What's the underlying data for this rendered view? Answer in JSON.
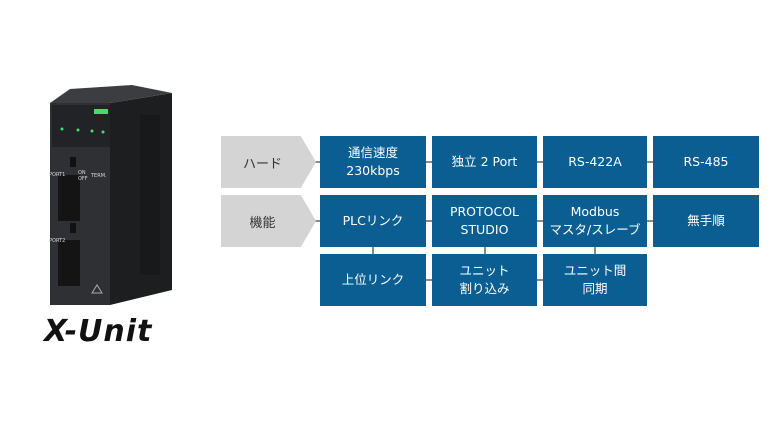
{
  "colors": {
    "box": "#0b5e91",
    "label": "#d4d4d4",
    "connector": "#8a8a8a"
  },
  "product": {
    "logo_text": "X-Unit",
    "device_labels": [
      "PORT1",
      "PORT2",
      "ON",
      "OFF",
      "TERM."
    ]
  },
  "rows": [
    {
      "label": "ハード",
      "items": [
        "通信速度\n230kbps",
        "独立 2 Port",
        "RS-422A",
        "RS-485"
      ]
    },
    {
      "label": "機能",
      "items": [
        "PLCリンク",
        "PROTOCOL\nSTUDIO",
        "Modbus\nマスタ/スレーブ",
        "無手順"
      ]
    },
    {
      "label": "",
      "items": [
        "上位リンク",
        "ユニット\n割り込み",
        "ユニット間\n同期"
      ]
    }
  ]
}
